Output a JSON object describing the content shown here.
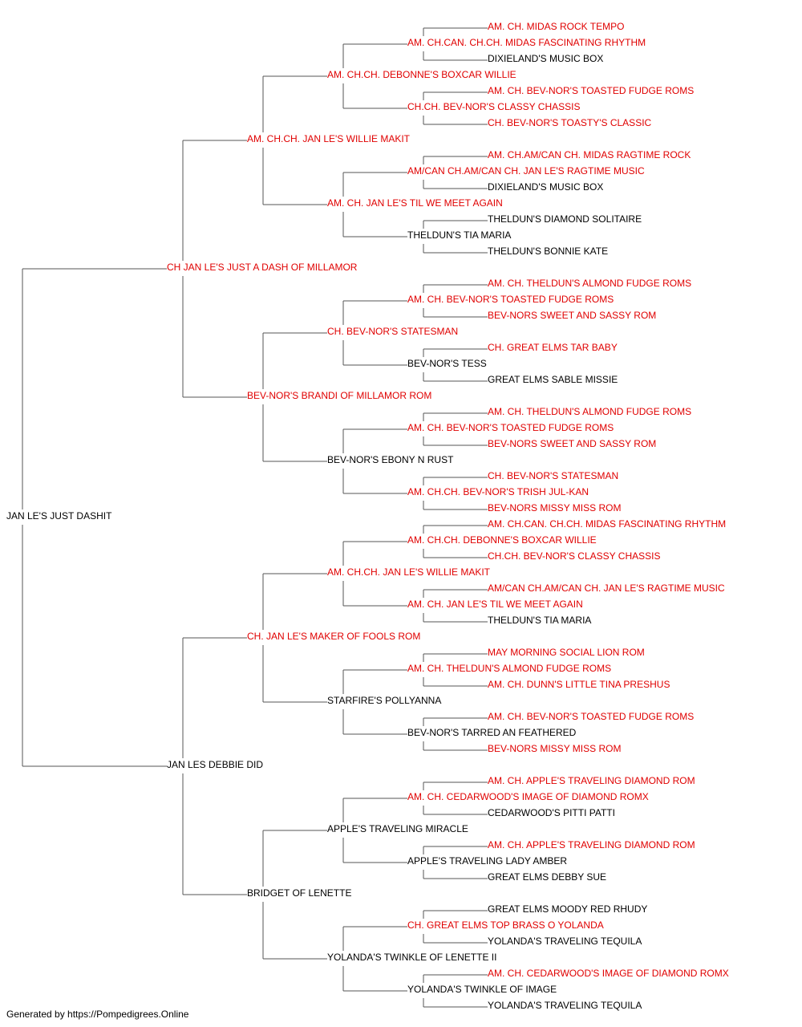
{
  "pedigree": {
    "name": "JAN LE'S JUST DASHIT",
    "champion": false,
    "sire": {
      "name": "CH JAN LE'S JUST A DASH OF MILLAMOR",
      "champion": true,
      "sire": {
        "name": "AM. CH.CH. JAN LE'S WILLIE MAKIT",
        "champion": true,
        "sire": {
          "name": "AM. CH.CH. DEBONNE'S BOXCAR WILLIE",
          "champion": true,
          "sire": {
            "name": "AM. CH.CAN. CH.CH. MIDAS FASCINATING RHYTHM",
            "champion": true,
            "sire": {
              "name": "AM. CH. MIDAS ROCK TEMPO",
              "champion": true
            },
            "dam": {
              "name": "DIXIELAND'S MUSIC BOX",
              "champion": false
            }
          },
          "dam": {
            "name": "CH.CH. BEV-NOR'S CLASSY CHASSIS",
            "champion": true,
            "sire": {
              "name": "AM. CH. BEV-NOR'S TOASTED FUDGE ROMS",
              "champion": true
            },
            "dam": {
              "name": "CH. BEV-NOR'S TOASTY'S CLASSIC",
              "champion": true
            }
          }
        },
        "dam": {
          "name": "AM. CH. JAN LE'S TIL WE MEET AGAIN",
          "champion": true,
          "sire": {
            "name": "AM/CAN CH.AM/CAN CH. JAN LE'S RAGTIME MUSIC",
            "champion": true,
            "sire": {
              "name": "AM. CH.AM/CAN CH. MIDAS RAGTIME ROCK",
              "champion": true
            },
            "dam": {
              "name": "DIXIELAND'S MUSIC BOX",
              "champion": false
            }
          },
          "dam": {
            "name": "THELDUN'S TIA MARIA",
            "champion": false,
            "sire": {
              "name": "THELDUN'S DIAMOND SOLITAIRE",
              "champion": false
            },
            "dam": {
              "name": "THELDUN'S BONNIE KATE",
              "champion": false
            }
          }
        }
      },
      "dam": {
        "name": "BEV-NOR'S BRANDI OF MILLAMOR ROM",
        "champion": true,
        "sire": {
          "name": "CH. BEV-NOR'S STATESMAN",
          "champion": true,
          "sire": {
            "name": "AM. CH. BEV-NOR'S TOASTED FUDGE ROMS",
            "champion": true,
            "sire": {
              "name": "AM. CH. THELDUN'S ALMOND FUDGE ROMS",
              "champion": true
            },
            "dam": {
              "name": "BEV-NORS SWEET AND SASSY ROM",
              "champion": true
            }
          },
          "dam": {
            "name": "BEV-NOR'S TESS",
            "champion": false,
            "sire": {
              "name": "CH. GREAT ELMS TAR BABY",
              "champion": true
            },
            "dam": {
              "name": "GREAT ELMS SABLE MISSIE",
              "champion": false
            }
          }
        },
        "dam": {
          "name": "BEV-NOR'S EBONY N RUST",
          "champion": false,
          "sire": {
            "name": "AM. CH. BEV-NOR'S TOASTED FUDGE ROMS",
            "champion": true,
            "sire": {
              "name": "AM. CH. THELDUN'S ALMOND FUDGE ROMS",
              "champion": true
            },
            "dam": {
              "name": "BEV-NORS SWEET AND SASSY ROM",
              "champion": true
            }
          },
          "dam": {
            "name": "AM. CH.CH. BEV-NOR'S TRISH JUL-KAN",
            "champion": true,
            "sire": {
              "name": "CH. BEV-NOR'S STATESMAN",
              "champion": true
            },
            "dam": {
              "name": "BEV-NORS MISSY MISS ROM",
              "champion": true
            }
          }
        }
      }
    },
    "dam": {
      "name": "JAN LES DEBBIE DID",
      "champion": false,
      "sire": {
        "name": "CH. JAN LE'S MAKER OF FOOLS ROM",
        "champion": true,
        "sire": {
          "name": "AM. CH.CH. JAN LE'S WILLIE MAKIT",
          "champion": true,
          "sire": {
            "name": "AM. CH.CH. DEBONNE'S BOXCAR WILLIE",
            "champion": true,
            "sire": {
              "name": "AM. CH.CAN. CH.CH. MIDAS FASCINATING RHYTHM",
              "champion": true
            },
            "dam": {
              "name": "CH.CH. BEV-NOR'S CLASSY CHASSIS",
              "champion": true
            }
          },
          "dam": {
            "name": "AM. CH. JAN LE'S TIL WE MEET AGAIN",
            "champion": true,
            "sire": {
              "name": "AM/CAN CH.AM/CAN CH. JAN LE'S RAGTIME MUSIC",
              "champion": true
            },
            "dam": {
              "name": "THELDUN'S TIA MARIA",
              "champion": false
            }
          }
        },
        "dam": {
          "name": "STARFIRE'S POLLYANNA",
          "champion": false,
          "sire": {
            "name": "AM. CH. THELDUN'S ALMOND FUDGE ROMS",
            "champion": true,
            "sire": {
              "name": "MAY MORNING SOCIAL LION ROM",
              "champion": true
            },
            "dam": {
              "name": "AM. CH. DUNN'S LITTLE TINA PRESHUS",
              "champion": true
            }
          },
          "dam": {
            "name": "BEV-NOR'S TARRED AN FEATHERED",
            "champion": false,
            "sire": {
              "name": "AM. CH. BEV-NOR'S TOASTED FUDGE ROMS",
              "champion": true
            },
            "dam": {
              "name": "BEV-NORS MISSY MISS ROM",
              "champion": true
            }
          }
        }
      },
      "dam": {
        "name": "BRIDGET OF LENETTE",
        "champion": false,
        "sire": {
          "name": "APPLE'S TRAVELING MIRACLE",
          "champion": false,
          "sire": {
            "name": "AM. CH. CEDARWOOD'S IMAGE OF DIAMOND ROMX",
            "champion": true,
            "sire": {
              "name": "AM. CH. APPLE'S TRAVELING DIAMOND ROM",
              "champion": true
            },
            "dam": {
              "name": "CEDARWOOD'S PITTI PATTI",
              "champion": false
            }
          },
          "dam": {
            "name": "APPLE'S TRAVELING LADY AMBER",
            "champion": false,
            "sire": {
              "name": "AM. CH. APPLE'S TRAVELING DIAMOND ROM",
              "champion": true
            },
            "dam": {
              "name": "GREAT ELMS DEBBY SUE",
              "champion": false
            }
          }
        },
        "dam": {
          "name": "YOLANDA'S TWINKLE OF LENETTE II",
          "champion": false,
          "sire": {
            "name": "CH. GREAT ELMS TOP BRASS O YOLANDA",
            "champion": true,
            "sire": {
              "name": "GREAT ELMS MOODY RED RHUDY",
              "champion": false
            },
            "dam": {
              "name": "YOLANDA'S TRAVELING TEQUILA",
              "champion": false
            }
          },
          "dam": {
            "name": "YOLANDA'S TWINKLE OF IMAGE",
            "champion": false,
            "sire": {
              "name": "AM. CH. CEDARWOOD'S IMAGE OF DIAMOND ROMX",
              "champion": true
            },
            "dam": {
              "name": "YOLANDA'S TRAVELING TEQUILA",
              "champion": false
            }
          }
        }
      }
    }
  },
  "footer": "Generated by https://Pompedigrees.Online",
  "colors": {
    "champion": "#e00000",
    "normal": "#000000",
    "line": "#555555"
  }
}
